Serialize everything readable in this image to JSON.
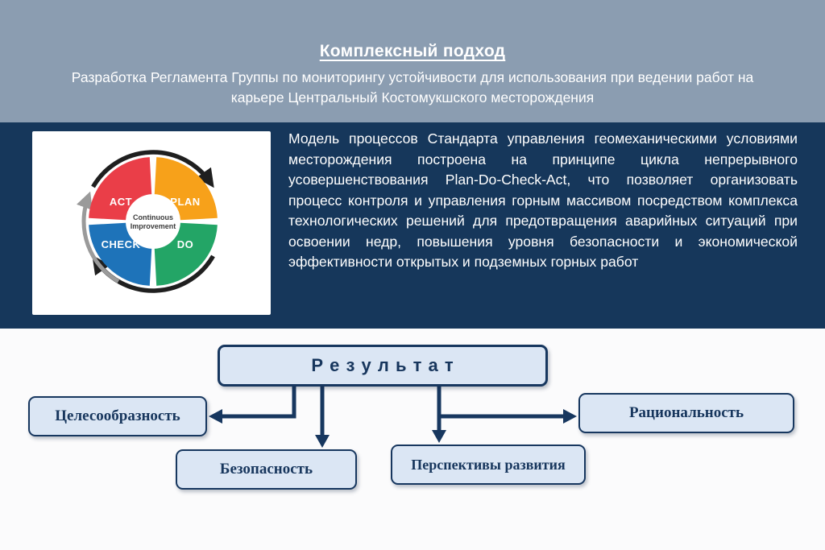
{
  "slide": {
    "title": "Комплексный подход",
    "subtitle": "Разработка Регламента Группы по мониторингу устойчивости для использования при ведении работ на карьере Центральный Костомукшского месторождения"
  },
  "model_text": "Модель процессов Стандарта управления геомеханическими условиями месторождения построена на принципе цикла непрерывного усовершенствования Plan-Do-Check-Act, что позволяет организовать процесс контроля и управления горным массивом посредством комплекса технологических решений для предотвращения аварийных ситуаций при освоении недр, повышения уровня безопасности и экономической эффективности открытых и подземных горных работ",
  "pdca": {
    "act": "ACT",
    "plan": "PLAN",
    "check": "CHECK",
    "do": "DO",
    "center_line1": "Continuous",
    "center_line2": "Improvement"
  },
  "flow": {
    "result": "Р е з у л ь т а т",
    "items": [
      {
        "label": "Целесообразность"
      },
      {
        "label": "Безопасность"
      },
      {
        "label": "Перспективы развития"
      },
      {
        "label": "Рациональность"
      }
    ]
  },
  "colors": {
    "header_band": "#8b9db1",
    "navy_band": "#16375b",
    "accent_navy": "#17375f",
    "flow_box_fill": "#dbe6f4",
    "pdca_red": "#ea3e48",
    "pdca_orange": "#f7a11a",
    "pdca_blue": "#1e73b9",
    "pdca_green": "#23a566"
  }
}
